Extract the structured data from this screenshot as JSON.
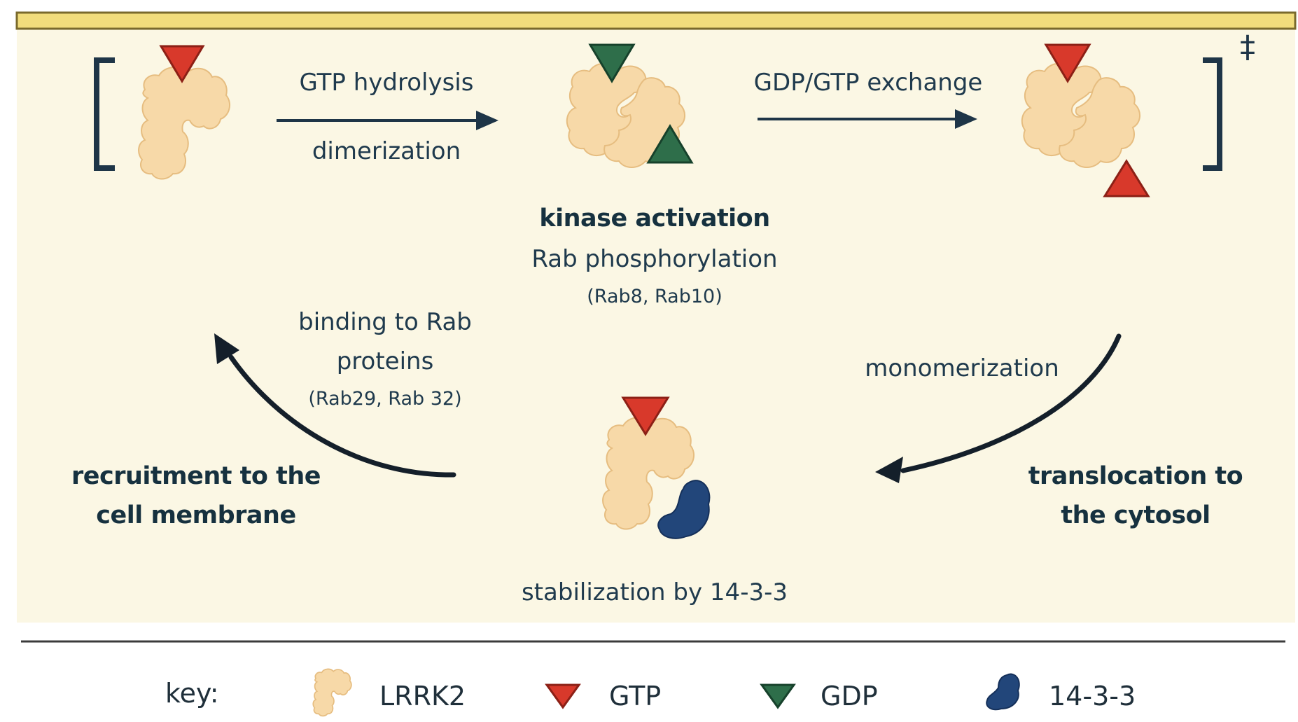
{
  "top_row": {
    "arrow1_top": "GTP hydrolysis",
    "arrow1_bottom": "dimerization",
    "arrow2_top": "GDP/GTP exchange",
    "double_dagger": "‡"
  },
  "center": {
    "kinase_activation": "kinase activation",
    "rab_phosphorylation": "Rab phosphorylation",
    "rab_examples": "(Rab8, Rab10)"
  },
  "left_side": {
    "binding_line1": "binding to Rab",
    "binding_line2": "proteins",
    "binding_examples": "(Rab29, Rab 32)",
    "recruitment_line1": "recruitment to the",
    "recruitment_line2": "cell membrane"
  },
  "right_side": {
    "monomerization": "monomerization",
    "translocation_line1": "translocation to",
    "translocation_line2": "the cytosol"
  },
  "bottom_center": {
    "stabilization": "stabilization by 14-3-3"
  },
  "key": {
    "title": "key:",
    "items": [
      {
        "label": "LRRK2",
        "icon": "lrrk2-icon"
      },
      {
        "label": "GTP",
        "icon": "gtp-triangle-icon"
      },
      {
        "label": "GDP",
        "icon": "gdp-triangle-icon"
      },
      {
        "label": "14-3-3",
        "icon": "protein-14-3-3-icon"
      }
    ]
  },
  "colors": {
    "panel_bg": "#fbf7e4",
    "panel_border": "#c8a93b",
    "lrrk2_fill": "#f7d9a8",
    "lrrk2_stroke": "#e6bd80",
    "gtp": "#d8392b",
    "gdp": "#2e6e4a",
    "protein_14_3_3": "#22467a",
    "text": "#1f3a4d"
  }
}
